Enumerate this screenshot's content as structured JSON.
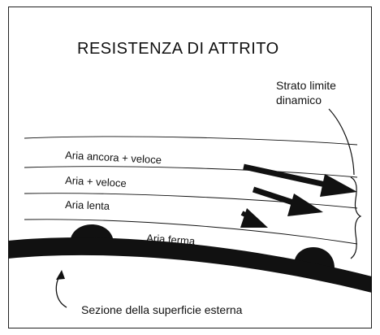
{
  "diagram": {
    "title": "RESISTENZA DI ATTRITO",
    "boundary_layer_label_line1": "Strato limite",
    "boundary_layer_label_line2": "dinamico",
    "flow_layers": [
      {
        "label": "Aria ancora + veloce"
      },
      {
        "label": "Aria + veloce"
      },
      {
        "label": "Aria lenta"
      },
      {
        "label": "Aria ferma"
      }
    ],
    "surface_label": "Sezione della superficie esterna",
    "colors": {
      "ink": "#111111",
      "frame": "#222222",
      "background": "#ffffff"
    }
  }
}
